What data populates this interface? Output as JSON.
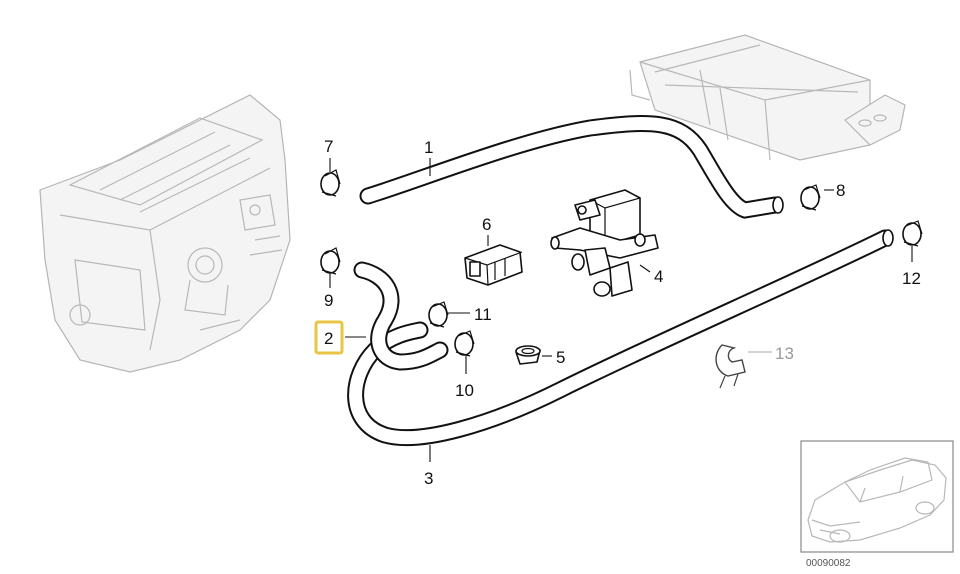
{
  "callouts": [
    {
      "id": "1",
      "text": "1"
    },
    {
      "id": "2",
      "text": "2",
      "highlighted": true
    },
    {
      "id": "3",
      "text": "3"
    },
    {
      "id": "4",
      "text": "4"
    },
    {
      "id": "5",
      "text": "5"
    },
    {
      "id": "6",
      "text": "6"
    },
    {
      "id": "7",
      "text": "7"
    },
    {
      "id": "8",
      "text": "8"
    },
    {
      "id": "9",
      "text": "9"
    },
    {
      "id": "10",
      "text": "10"
    },
    {
      "id": "11",
      "text": "11"
    },
    {
      "id": "12",
      "text": "12"
    },
    {
      "id": "13",
      "text": "13",
      "faded": true
    }
  ],
  "diagram_ref": "00090082",
  "colors": {
    "highlight": "#e8c547",
    "line": "#111111",
    "ghost": "#b8b8b8",
    "faded_label": "#9a9a9a"
  }
}
